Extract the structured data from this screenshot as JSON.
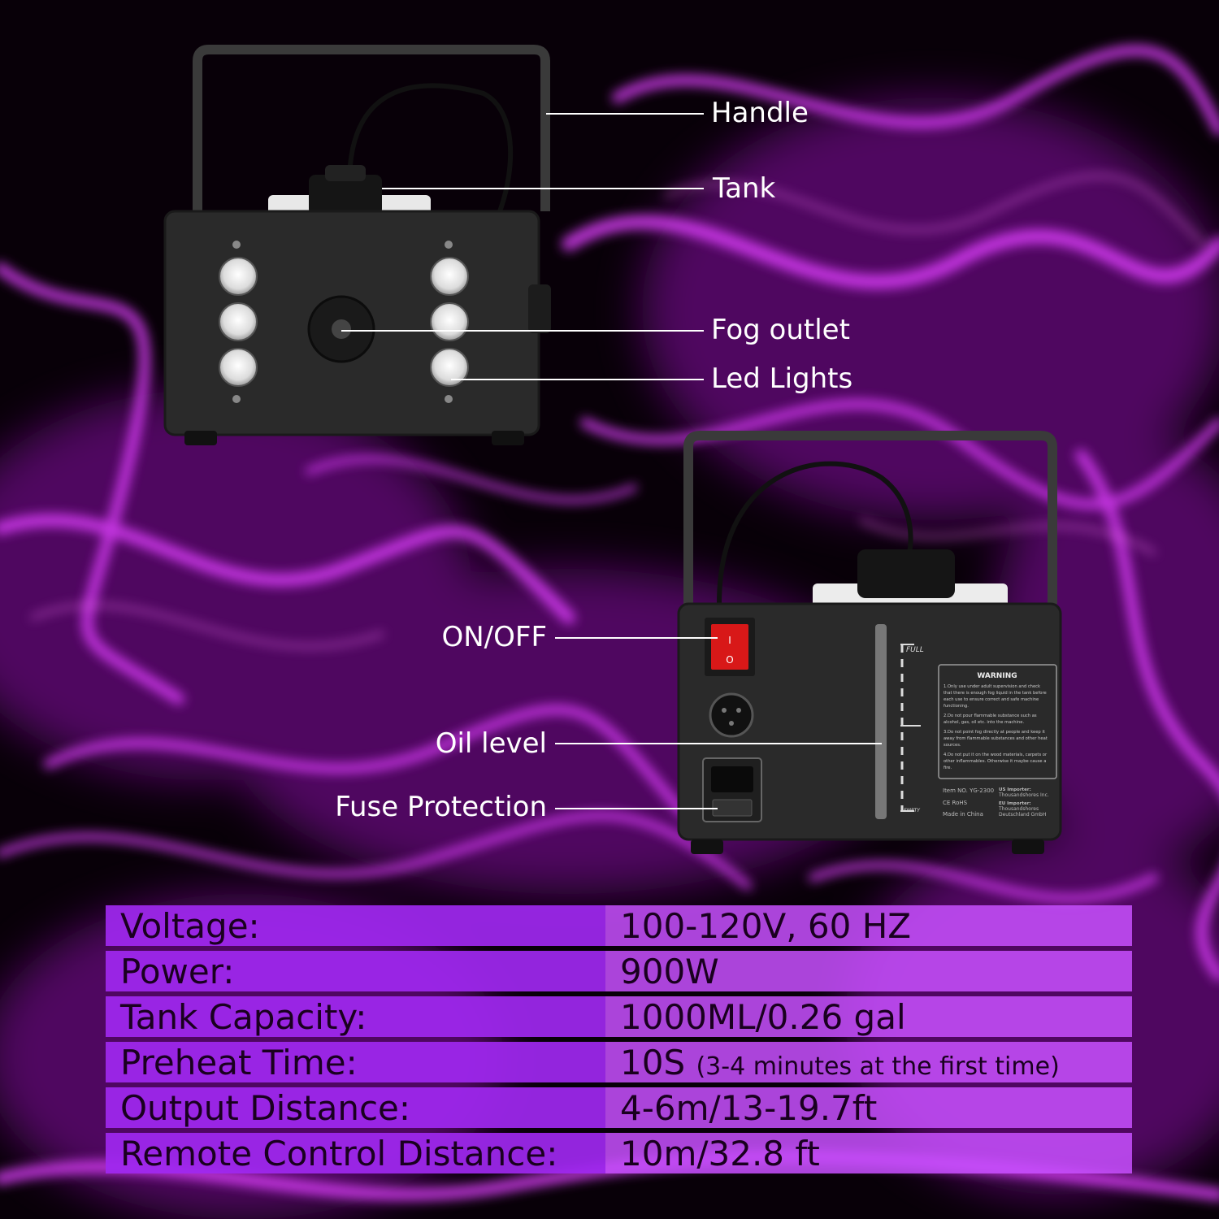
{
  "colors": {
    "smoke": "#c018d8",
    "table_key_bg": "#a028f0",
    "table_value_bg": "#c850ff",
    "table_text": "#1a001f",
    "machine_body": "#2a2a2a",
    "switch_red": "#d81818"
  },
  "callouts": {
    "handle": "Handle",
    "tank": "Tank",
    "fog_outlet": "Fog outlet",
    "led_lights": "Led Lights",
    "on_off": "ON/OFF",
    "oil_level": "Oil level",
    "fuse_protection": "Fuse Protection"
  },
  "back_panel": {
    "gauge_full": "FULL",
    "gauge_empty": "EMPTY",
    "warning_title": "WARNING",
    "warning_lines": [
      "1.Only use under adult supervision and check",
      "that there is enough fog liquid in the tank before",
      "each use to ensure correct and safe machine",
      "functioning.",
      "2.Do not pour flammable substance such as",
      "alcohol, gas, oil etc. into the machine.",
      "3.Do not point fog directly at people and keep it",
      "away from flammable substances and other heat",
      "sources.",
      "4.Do not put it on the wood materials, carpets or",
      "other inflammables. Otherwise it maybe cause a",
      "fire."
    ],
    "item_no": "Item NO. YG-2300",
    "marks": "CE RoHS",
    "made_in": "Made in China",
    "us_importer_label": "US Importer:",
    "us_importer": "Thousandshores Inc.",
    "eu_importer_label": "EU Importer:",
    "eu_importer_1": "Thousandshores",
    "eu_importer_2": "Deutschland GmbH"
  },
  "specs": [
    {
      "label": "Voltage:",
      "value": "100-120V, 60 HZ",
      "note": ""
    },
    {
      "label": "Power:",
      "value": "900W",
      "note": ""
    },
    {
      "label": "Tank Capacity:",
      "value": "1000ML/0.26 gal",
      "note": ""
    },
    {
      "label": "Preheat Time:",
      "value": "10S",
      "note": "(3-4 minutes at the first time)"
    },
    {
      "label": "Output Distance:",
      "value": "4-6m/13-19.7ft",
      "note": ""
    },
    {
      "label": "Remote Control Distance:",
      "value": "10m/32.8 ft",
      "note": ""
    }
  ]
}
